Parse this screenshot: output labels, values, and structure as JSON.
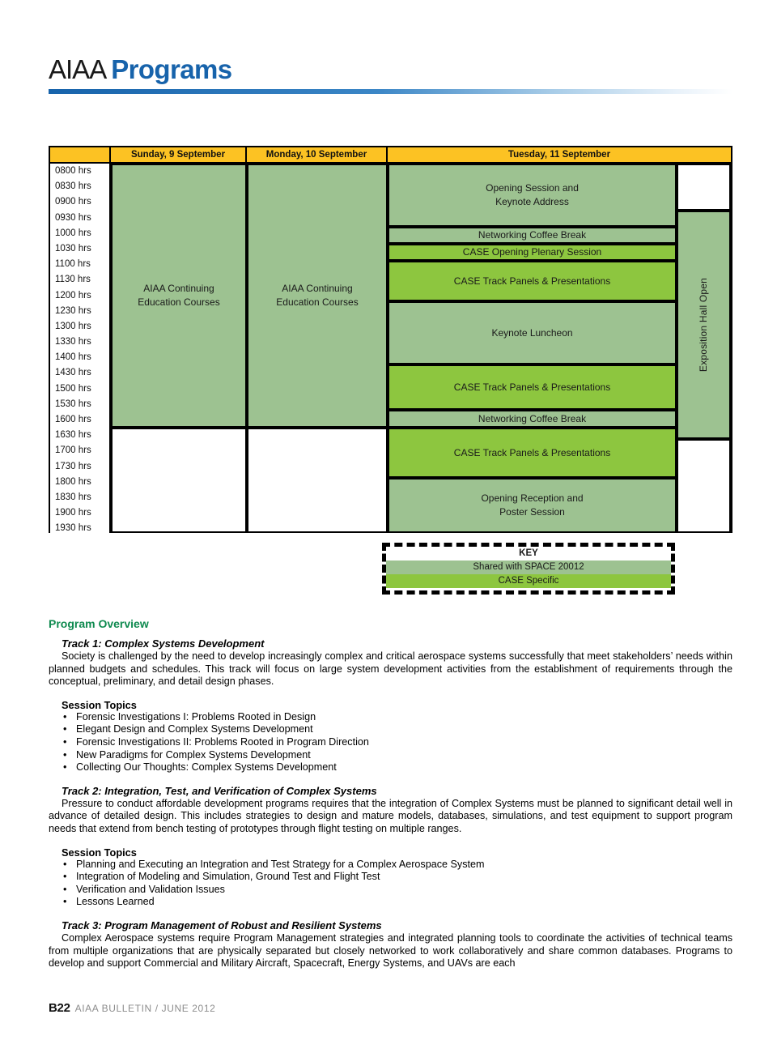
{
  "masthead": {
    "brand": "AIAA",
    "section": "Programs"
  },
  "schedule": {
    "columns": [
      {
        "key": "time",
        "label": ""
      },
      {
        "key": "sunday",
        "label": "Sunday, 9 September"
      },
      {
        "key": "monday",
        "label": "Monday, 10 September"
      },
      {
        "key": "tuesday",
        "label": "Tuesday, 11 September"
      }
    ],
    "times": [
      "0800 hrs",
      "0830 hrs",
      "0900 hrs",
      "0930 hrs",
      "1000 hrs",
      "1030 hrs",
      "1100 hrs",
      "1130 hrs",
      "1200 hrs",
      "1230 hrs",
      "1300 hrs",
      "1330 hrs",
      "1400 hrs",
      "1430 hrs",
      "1500 hrs",
      "1530 hrs",
      "1600 hrs",
      "1630 hrs",
      "1700 hrs",
      "1730 hrs",
      "1800 hrs",
      "1830 hrs",
      "1900 hrs",
      "1930 hrs"
    ],
    "blocks": {
      "sunday_courses": "AIAA Continuing\nEducation Courses",
      "sunday_courses_l1": "AIAA Continuing",
      "sunday_courses_l2": "Education Courses",
      "monday_courses_l1": "AIAA Continuing",
      "monday_courses_l2": "Education Courses",
      "opening_session_l1": "Opening Session and",
      "opening_session_l2": "Keynote Address",
      "coffee_break_1": "Networking Coffee Break",
      "case_plenary": "CASE Opening Plenary Session",
      "case_panels_1": "CASE Track Panels & Presentations",
      "keynote_luncheon": "Keynote Luncheon",
      "case_panels_2": "CASE Track Panels & Presentations",
      "coffee_break_2": "Networking Coffee Break",
      "case_panels_3": "CASE Track Panels & Presentations",
      "reception_l1": "Opening Reception and",
      "reception_l2": "Poster Session",
      "expo_hall": "Exposition Hall Open"
    }
  },
  "key": {
    "title": "KEY",
    "shared": "Shared with SPACE 20012",
    "case": "CASE Specific"
  },
  "overview": {
    "heading": "Program Overview",
    "tracks": [
      {
        "title": "Track 1: Complex Systems Development",
        "body": "Society is challenged by the need to develop increasingly complex and critical aerospace systems successfully that meet stakeholders’ needs within planned budgets and schedules. This track will focus on large system development activities from the establishment of requirements through the conceptual, preliminary, and detail design phases.",
        "topics_heading": "Session Topics",
        "topics": [
          "Forensic Investigations I: Problems Rooted in Design",
          "Elegant Design and Complex Systems Development",
          "Forensic Investigations II: Problems Rooted in Program Direction",
          "New Paradigms for Complex Systems Development",
          "Collecting Our Thoughts: Complex Systems Development"
        ]
      },
      {
        "title": "Track 2: Integration, Test, and Verification of Complex Systems",
        "body": "Pressure to conduct affordable development programs requires that the integration of Complex Systems must be planned to significant detail well in advance of detailed design. This includes strategies to design and mature models, databases, simulations, and test equipment to support program needs that extend from bench testing of prototypes through flight testing on multiple ranges.",
        "topics_heading": "Session Topics",
        "topics": [
          "Planning and Executing an Integration and Test Strategy for a Complex Aerospace System",
          "Integration of Modeling and Simulation, Ground Test and Flight Test",
          "Verification and Validation Issues",
          "Lessons Learned"
        ]
      },
      {
        "title": "Track 3: Program Management of Robust and Resilient Systems",
        "body": "Complex Aerospace systems require Program Management strategies and integrated planning tools to coordinate the activities of technical teams from multiple organizations that are physically separated but closely networked to work collaboratively and share common databases. Programs to develop and support Commercial and Military Aircraft, Spacecraft, Energy Systems, and UAVs are each"
      }
    ]
  },
  "footer": {
    "page": "B22",
    "text": "AIAA BULLETIN / JUNE 2012"
  },
  "colors": {
    "brand_blue": "#1763ab",
    "header_yellow": "#fcc223",
    "shared_green": "#9dc291",
    "case_green": "#8dc63f",
    "section_green": "#0e8a4f"
  }
}
